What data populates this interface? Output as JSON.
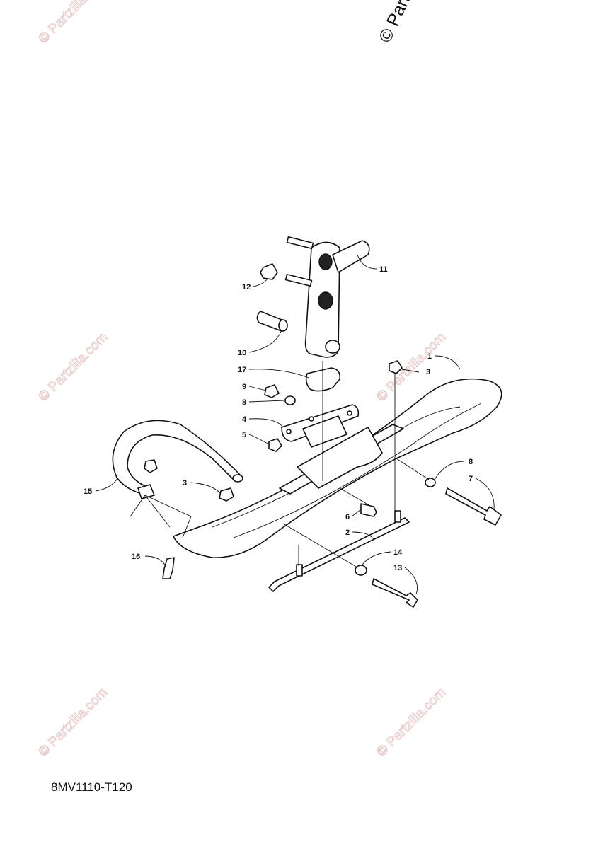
{
  "watermark": {
    "repeat_text": "© Partzilla.com",
    "top_text": "© Partzilla.com"
  },
  "diagram_code": "8MV1110-T120",
  "callouts": [
    {
      "id": "c1",
      "label": "1"
    },
    {
      "id": "c2",
      "label": "2"
    },
    {
      "id": "c3a",
      "label": "3"
    },
    {
      "id": "c3b",
      "label": "3"
    },
    {
      "id": "c4",
      "label": "4"
    },
    {
      "id": "c5",
      "label": "5"
    },
    {
      "id": "c6",
      "label": "6"
    },
    {
      "id": "c7",
      "label": "7"
    },
    {
      "id": "c8a",
      "label": "8"
    },
    {
      "id": "c8b",
      "label": "8"
    },
    {
      "id": "c9",
      "label": "9"
    },
    {
      "id": "c10",
      "label": "10"
    },
    {
      "id": "c11",
      "label": "11"
    },
    {
      "id": "c12",
      "label": "12"
    },
    {
      "id": "c13",
      "label": "13"
    },
    {
      "id": "c14",
      "label": "14"
    },
    {
      "id": "c15",
      "label": "15"
    },
    {
      "id": "c16",
      "label": "16"
    },
    {
      "id": "c17",
      "label": "17"
    }
  ]
}
